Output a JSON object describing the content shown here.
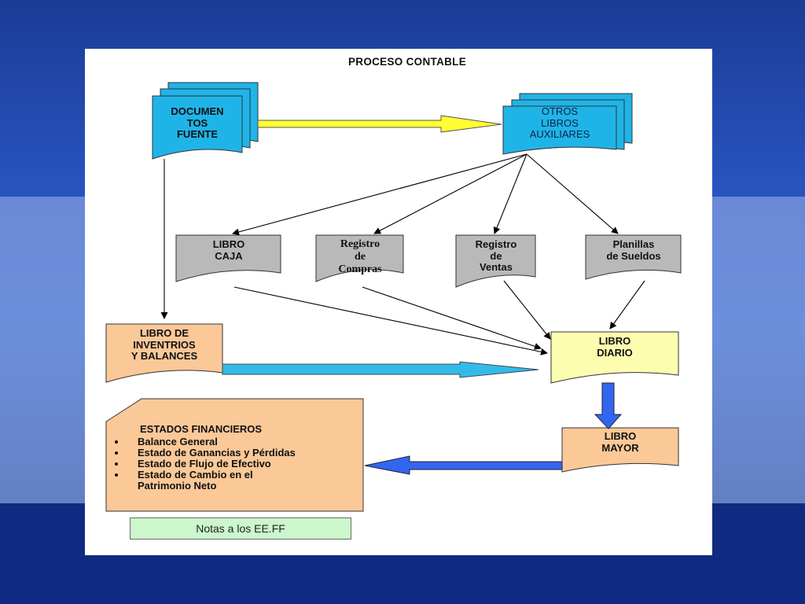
{
  "title": "PROCESO CONTABLE",
  "nodes": {
    "documentos_fuente": "DOCUMEN\nTOS\nFUENTE",
    "otros_libros": "OTROS\nLIBROS\nAUXILIARES",
    "libro_caja": "LIBRO\nCAJA",
    "registro_compras": "Registro\nde\nCompras",
    "registro_ventas": "Registro\nde\nVentas",
    "planillas_sueldos": "Planillas\nde Sueldos",
    "libro_inventarios": "LIBRO DE\nINVENTRIOS\nY BALANCES",
    "libro_diario": "LIBRO\nDIARIO",
    "libro_mayor": "LIBRO\nMAYOR"
  },
  "estados": {
    "heading": "ESTADOS FINANCIEROS",
    "items": [
      "Balance General",
      "Estado de Ganancias y Pérdidas",
      "Estado de Flujo de Efectivo",
      "Estado de Cambio en el Patrimonio Neto"
    ]
  },
  "notas": "Notas a los EE.FF",
  "colors": {
    "cyan_doc": "#1fb4e8",
    "gray_doc": "#b9b9b9",
    "peach": "#fbc898",
    "yellow_doc": "#fdfdb0",
    "green_note": "#ccf7cc",
    "arrow_yellow": "#ffff33",
    "arrow_cyan": "#33bbe8",
    "arrow_blue": "#3366f0",
    "background_blue": "#1b3f99"
  }
}
